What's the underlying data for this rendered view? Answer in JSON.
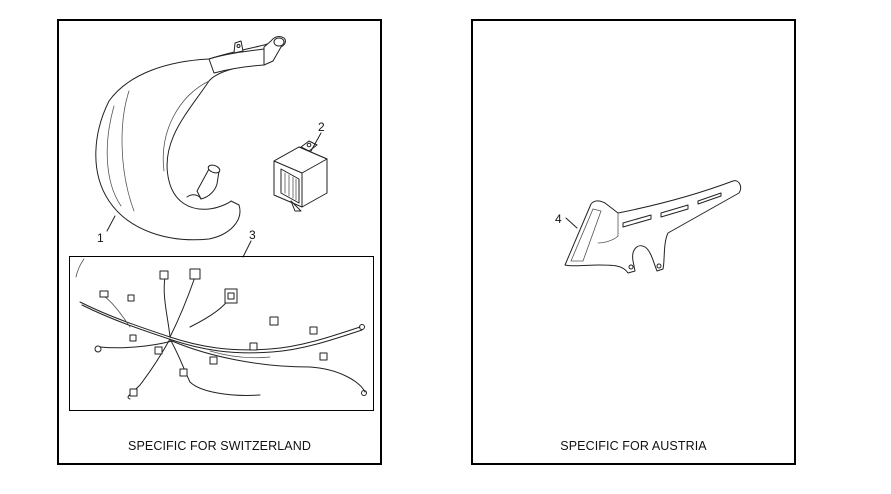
{
  "panels": [
    {
      "caption": "SPECIFIC FOR  SWITZERLAND",
      "parts": [
        {
          "number": "1",
          "name": "exhaust-expansion-chamber"
        },
        {
          "number": "2",
          "name": "cdi-ignition-unit"
        },
        {
          "number": "3",
          "name": "wiring-harness"
        }
      ]
    },
    {
      "caption": "SPECIFIC FOR AUSTRIA",
      "parts": [
        {
          "number": "4",
          "name": "chain-guard"
        }
      ]
    }
  ]
}
